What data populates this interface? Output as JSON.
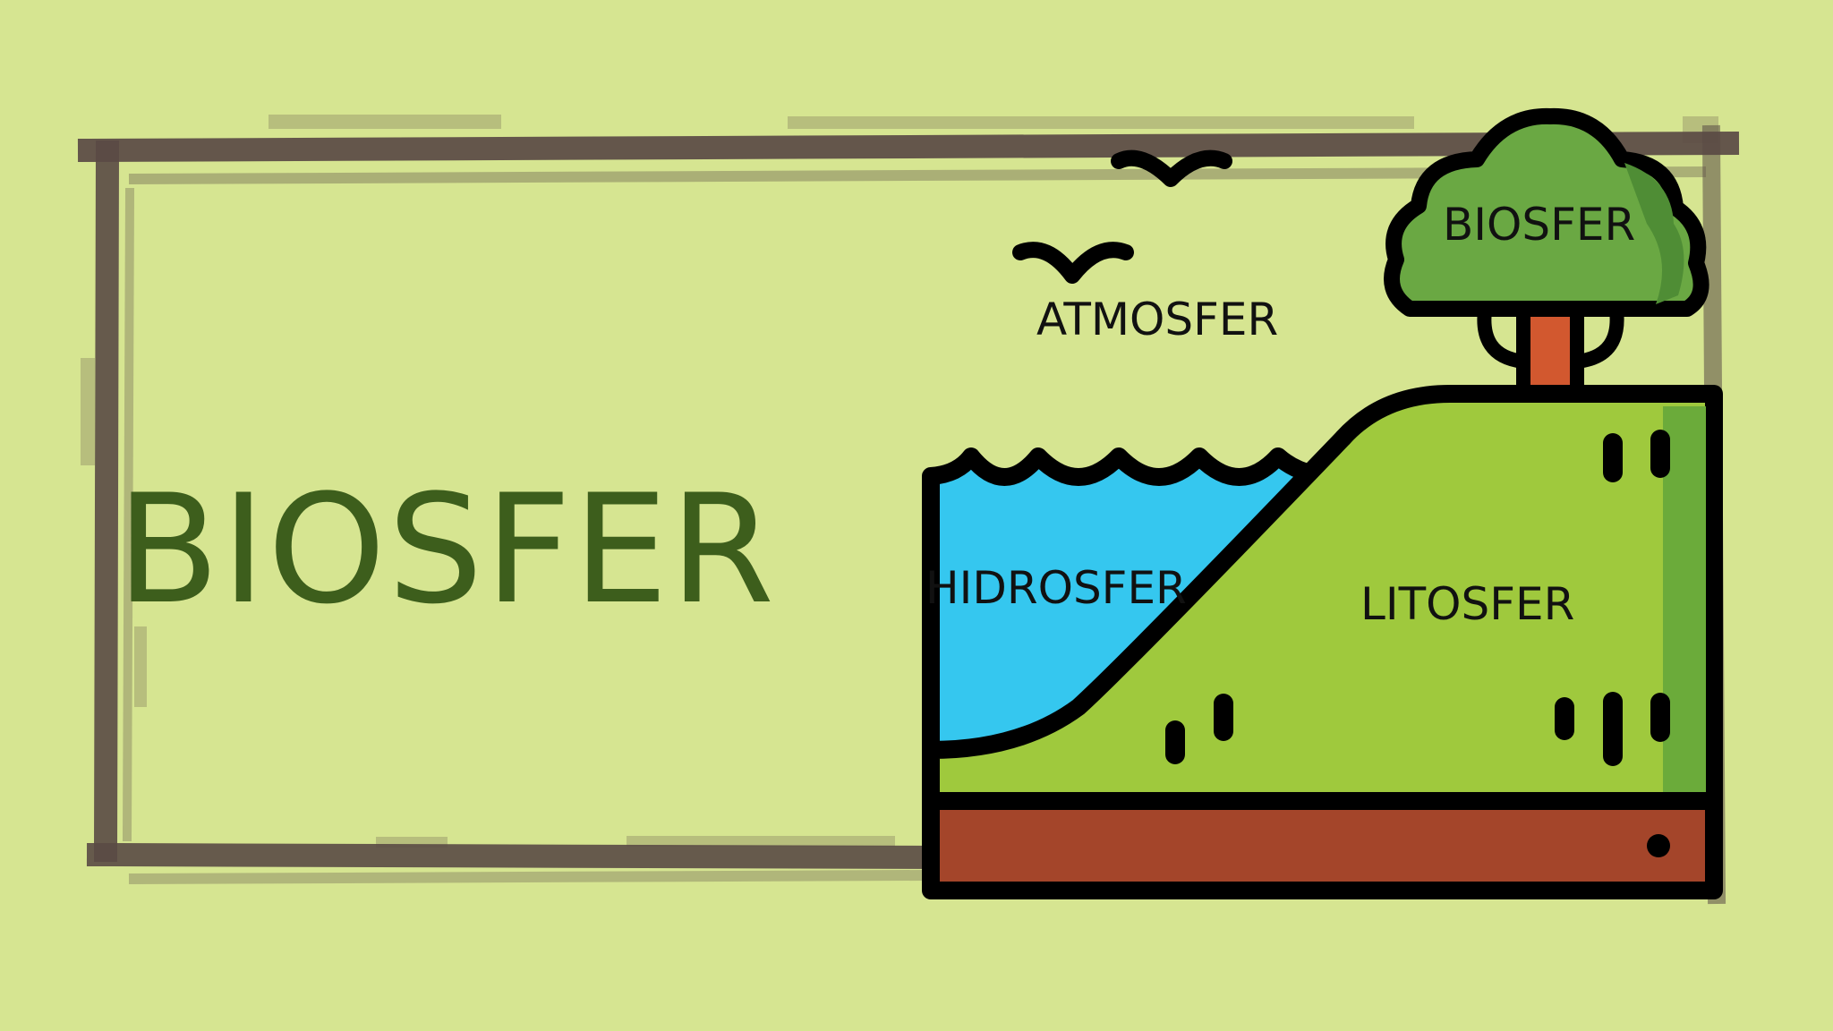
{
  "slide": {
    "title": "BIOSFER",
    "colors": {
      "background": "#d6e591",
      "frame": "#5a4a45",
      "title": "#3d5e1c",
      "water": "#35c7ef",
      "land": "#9fc93d",
      "land_shade": "#6bab3a",
      "soil": "#a4452a",
      "tree_foliage": "#6aa843",
      "tree_trunk": "#d2582f",
      "outline": "#000000"
    }
  },
  "diagram": {
    "labels": {
      "atmosfer": "ATMOSFER",
      "biosfer": "BIOSFER",
      "hidrosfer": "HIDROSFER",
      "litosfer": "LITOSFER"
    },
    "icons": [
      "bird-icon",
      "bird-icon",
      "tree-icon",
      "grass-icon"
    ]
  }
}
